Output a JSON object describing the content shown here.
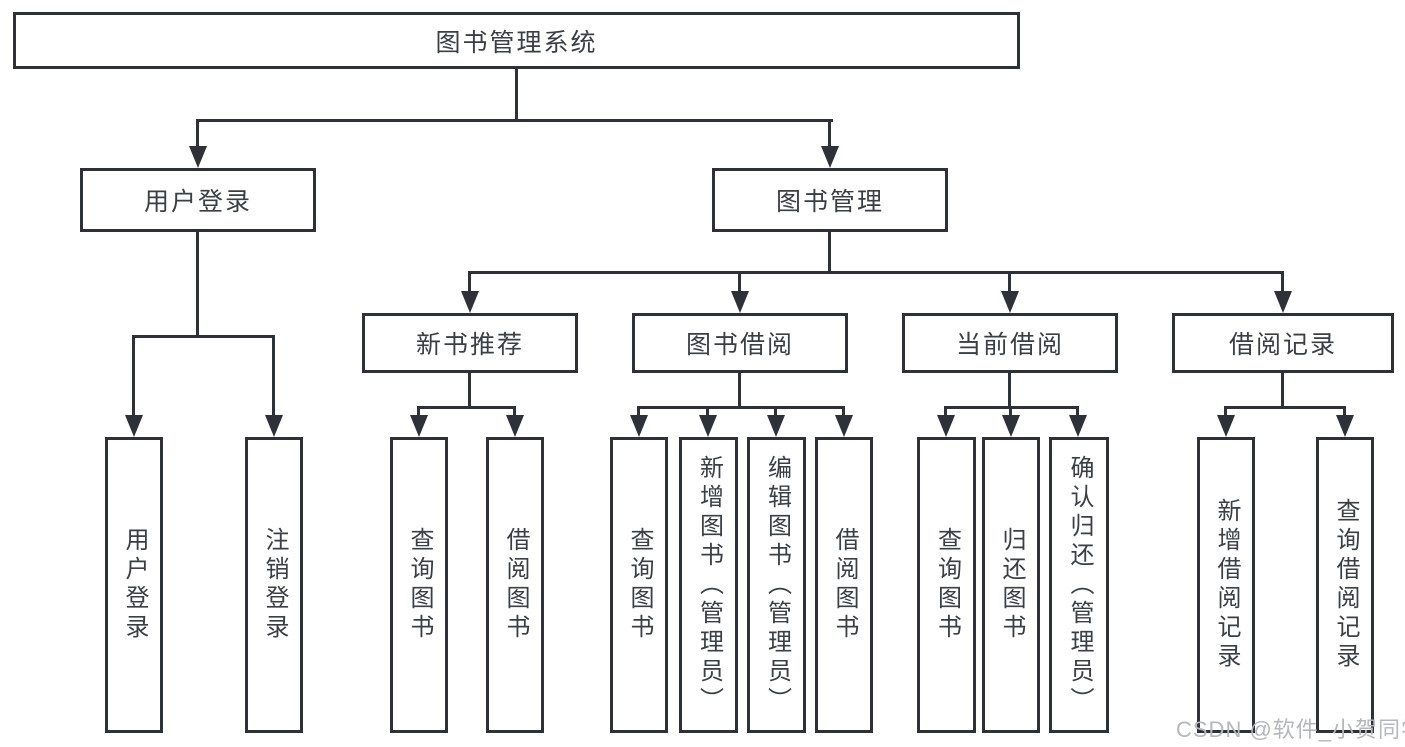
{
  "tree": {
    "label": "图书管理系统",
    "children": [
      {
        "label": "用户登录",
        "children": [
          {
            "label": "用户登录"
          },
          {
            "label": "注销登录"
          }
        ]
      },
      {
        "label": "图书管理",
        "children": [
          {
            "label": "新书推荐",
            "children": [
              {
                "label": "查询图书"
              },
              {
                "label": "借阅图书"
              }
            ]
          },
          {
            "label": "图书借阅",
            "children": [
              {
                "label": "查询图书"
              },
              {
                "label": "新增图书（管理员）"
              },
              {
                "label": "编辑图书（管理员）"
              },
              {
                "label": "借阅图书"
              }
            ]
          },
          {
            "label": "当前借阅",
            "children": [
              {
                "label": "查询图书"
              },
              {
                "label": "归还图书"
              },
              {
                "label": "确认归还（管理员）"
              }
            ]
          },
          {
            "label": "借阅记录",
            "children": [
              {
                "label": "新增借阅记录"
              },
              {
                "label": "查询借阅记录"
              }
            ]
          }
        ]
      }
    ]
  },
  "watermark": "CSDN @软件_小贺同学",
  "colors": {
    "background": "#ffffff",
    "box_border": "#2e3238",
    "text": "#3a3f45",
    "watermark": "#b4b7bc"
  }
}
